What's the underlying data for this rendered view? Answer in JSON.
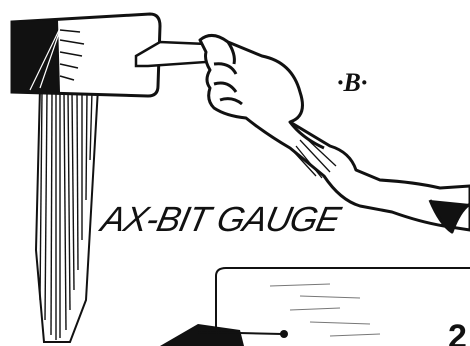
{
  "illustration": {
    "caption": "AX-BIT GAUGE",
    "label": "·B·",
    "corner_text": "2",
    "colors": {
      "ink": "#111111",
      "paper": "#ffffff"
    }
  }
}
